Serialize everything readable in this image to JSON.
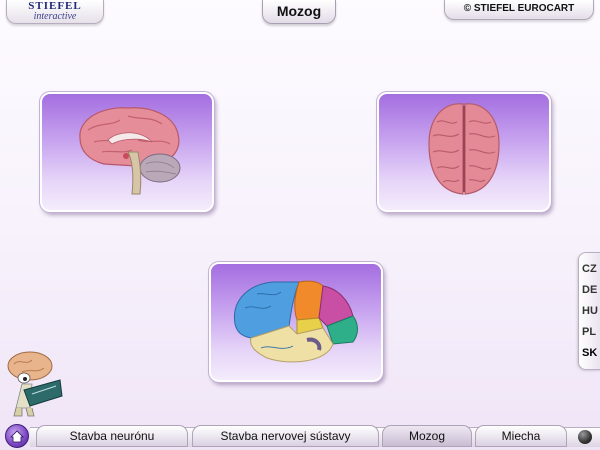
{
  "header": {
    "logo_top": "STIEFEL",
    "logo_bottom": "interactive",
    "title": "Mozog",
    "copyright": "© STIEFEL EUROCART"
  },
  "cards": [
    {
      "id": "sagittal",
      "icon": "brain-sagittal-section-icon"
    },
    {
      "id": "top",
      "icon": "brain-top-view-icon"
    },
    {
      "id": "lobes",
      "icon": "brain-lobes-colored-icon"
    }
  ],
  "languages": {
    "items": [
      "CZ",
      "DE",
      "HU",
      "PL",
      "SK"
    ],
    "active": "SK"
  },
  "nav": {
    "home_icon": "home-icon",
    "tabs": [
      "Stavba neurónu",
      "Stavba nervovej sústavy",
      "Mozog",
      "Miecha"
    ],
    "active": "Mozog"
  },
  "colors": {
    "card_top": "#a46ee0",
    "card_bottom": "#f4ecfc",
    "brain_pink": "#e48a96"
  }
}
